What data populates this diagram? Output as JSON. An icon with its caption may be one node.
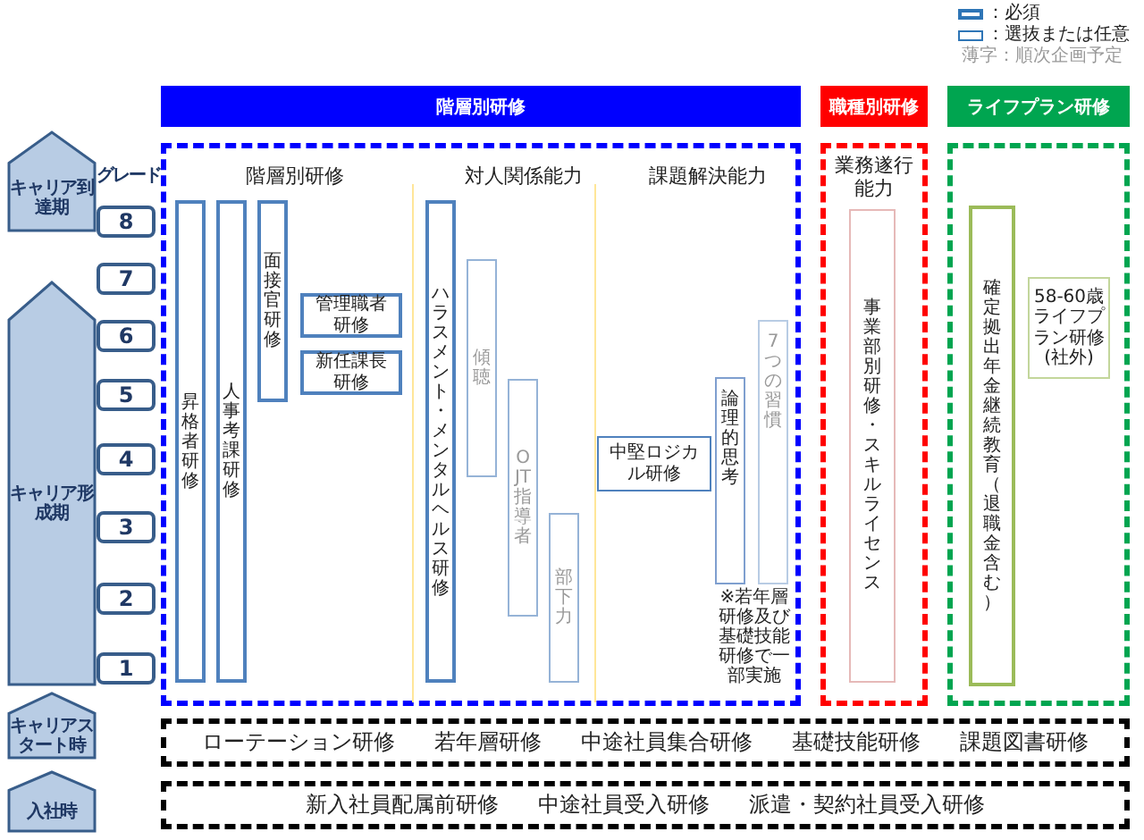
{
  "diagram": {
    "nodes": [
      {
        "text": [
          "階層別研修"
        ]
      },
      {
        "text": [
          "職種別研修"
        ]
      },
      {
        "text": [
          "ライフプラン研修"
        ]
      },
      {
        "text": [
          "キャリア到達期"
        ]
      },
      {
        "text": [
          "キャリア形成期"
        ]
      },
      {
        "text": [
          "キャリアスタート時"
        ]
      },
      {
        "text": [
          "入社時"
        ]
      },
      {
        "text": [
          "8"
        ]
      },
      {
        "text": [
          "7"
        ]
      },
      {
        "text": [
          "6"
        ]
      },
      {
        "text": [
          "5"
        ]
      },
      {
        "text": [
          "4"
        ]
      },
      {
        "text": [
          "3"
        ]
      },
      {
        "text": [
          "2"
        ]
      },
      {
        "text": [
          "1"
        ]
      },
      {
        "text": [
          "階層別研修",
          "対人関係能力",
          "課題解決能力"
        ]
      },
      {
        "text": [
          "昇格者研修"
        ],
        "in": 15
      },
      {
        "text": [
          "人事考課研修"
        ],
        "in": 15
      },
      {
        "text": [
          "面接官研修"
        ],
        "in": 15
      },
      {
        "text": [
          "管理職者研修"
        ],
        "in": 15
      },
      {
        "text": [
          "新任課長研修"
        ],
        "in": 15
      },
      {
        "text": [
          "ハラスメント・メンタルヘルス研修"
        ],
        "in": 15
      },
      {
        "text": [
          "傾聴"
        ],
        "in": 15
      },
      {
        "text": [
          "OJT指導者"
        ],
        "in": 15
      },
      {
        "text": [
          "部下力"
        ],
        "in": 15
      },
      {
        "text": [
          "中堅ロジカル研修"
        ],
        "in": 15
      },
      {
        "text": [
          "論理的思考"
        ],
        "in": 15
      },
      {
        "text": [
          "7つの習慣"
        ],
        "in": 15
      },
      {
        "text": [
          "業務遂行能力"
        ]
      },
      {
        "text": [
          "事業部別研修・スキルライセンス"
        ],
        "in": 28
      },
      {
        "text": [],
        "shape": "box"
      },
      {
        "text": [
          "確定拠出年金継続教育（退職金含む）"
        ],
        "in": 30
      },
      {
        "text": [
          "58-60歳ライフプラン研修(社外)"
        ],
        "in": 30
      },
      {
        "text": [
          "ローテーション研修",
          "若年層研修",
          "中途社員集合研修",
          "基礎技能研修",
          "課題図書研修"
        ]
      },
      {
        "text": [
          "新入社員配属前研修",
          "中途社員受入研修",
          "派遣・契約社員受入研修"
        ]
      }
    ],
    "labels": [
      "グレード",
      "薄字：順次企画予定",
      "※若年層研修及び基礎技能研修で一部実施"
    ],
    "legend": [
      {
        "text": "：必須"
      },
      {
        "text": "：選抜または任意"
      }
    ]
  }
}
